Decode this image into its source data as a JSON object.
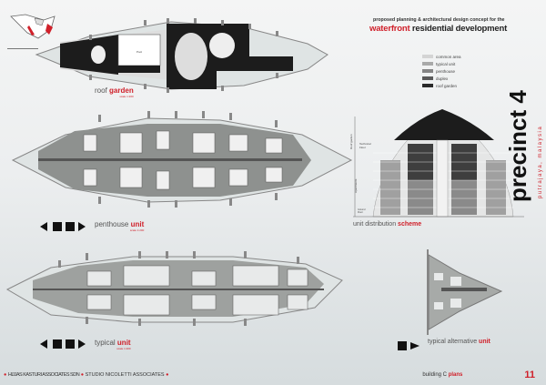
{
  "header": {
    "subtitle": "proposed planning & architectural design concept for the",
    "title_highlight": "waterfront",
    "title_rest": "residential development",
    "project": "precinct 4",
    "location": "putrajaya, malaysia"
  },
  "legend": [
    {
      "label": "common area",
      "color": "#d4d4d4"
    },
    {
      "label": "typical unit",
      "color": "#a9a9a9"
    },
    {
      "label": "penthouse",
      "color": "#858585"
    },
    {
      "label": "duplex",
      "color": "#5a5a5a"
    },
    {
      "label": "roof garden",
      "color": "#2a2a2a"
    }
  ],
  "plans": {
    "roof": {
      "label": "roof",
      "highlight": "garden",
      "scale": "scale 1:200",
      "pool": "Pool"
    },
    "penthouse": {
      "label": "penthouse",
      "highlight": "unit",
      "scale": "scale 1:200"
    },
    "typical": {
      "label": "typical",
      "highlight": "unit",
      "scale": "scale 1:200"
    },
    "alternative": {
      "label": "typical alternative",
      "highlight": "unit"
    }
  },
  "section": {
    "label": "unit distribution",
    "highlight": "scheme",
    "levels": [
      "Roof garden",
      "Technical Floor",
      "Apartments",
      "Ground Floor"
    ]
  },
  "footer": {
    "firm1": "HIJJAS KASTURI ASSOCIATES SDN",
    "firm2": "STUDIO NICOLETTI ASSOCIATES",
    "sheet": "building C",
    "sheet_highlight": "plans",
    "page": "11"
  },
  "colors": {
    "accent": "#d0202a",
    "dark": "#1c1c1c",
    "plan_grey": "#8e918f"
  }
}
